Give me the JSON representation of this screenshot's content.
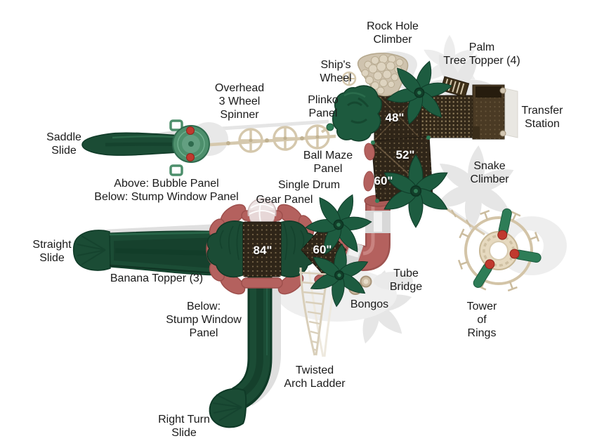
{
  "diagram": {
    "title": "Playground play structure - top view component diagram",
    "labels": {
      "rock_hole_climber": "Rock Hole\nClimber",
      "palm_tree_topper": "Palm\nTree Topper (4)",
      "ships_wheel": "Ship's\nWheel",
      "overhead_spinner": "Overhead\n3 Wheel\nSpinner",
      "plinko_panel": "Plinko\nPanel",
      "transfer_station": "Transfer\nStation",
      "saddle_slide": "Saddle\nSlide",
      "ball_maze_panel": "Ball Maze\nPanel",
      "snake_climber": "Snake\nClimber",
      "bubble_stump_note": "Above: Bubble Panel\nBelow: Stump Window Panel",
      "single_drum": "Single Drum",
      "gear_panel": "Gear Panel",
      "straight_slide": "Straight\nSlide",
      "banana_topper": "Banana Topper (3)",
      "tube_bridge": "Tube\nBridge",
      "stump_window_note": "Below:\nStump Window\nPanel",
      "bongos": "Bongos",
      "tower_of_rings": "Tower\nof\nRings",
      "twisted_arch_ladder": "Twisted\nArch Ladder",
      "right_turn_slide": "Right Turn\nSlide"
    },
    "deck_sizes": {
      "deck_48": "48\"",
      "deck_52": "52\"",
      "deck_60_upper": "60\"",
      "deck_84": "84\"",
      "deck_60_lower": "60\""
    },
    "colors": {
      "background": "#ffffff",
      "label_text": "#1a1a1a",
      "slide_green": "#1b4c35",
      "slide_green_dark": "#0f3a27",
      "palm_green": "#1d5c40",
      "palm_green_dark": "#0f3d29",
      "disc_green": "#4d8f6c",
      "knob_green": "#2e7d57",
      "deck_brown": "#2f2518",
      "walkway_brown": "#342919",
      "station_brown": "#4a3a24",
      "red_salmon": "#b4615e",
      "red_salmon_dark": "#9d4f4c",
      "red_bright": "#c0392e",
      "tan": "#d5c8ad",
      "tan_dark": "#c0b190",
      "silver": "#d8d8d8",
      "shadow": "#e2e2e2"
    }
  }
}
